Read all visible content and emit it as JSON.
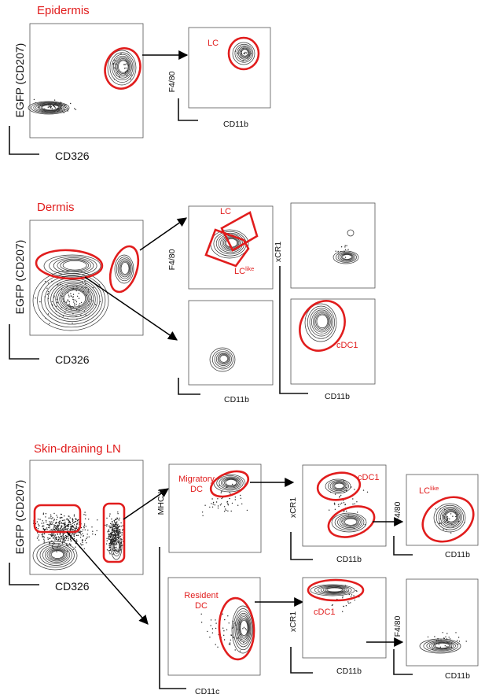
{
  "sections": [
    {
      "id": "epidermis",
      "title": "Epidermis"
    },
    {
      "id": "dermis",
      "title": "Dermis"
    },
    {
      "id": "ln",
      "title": "Skin-draining LN"
    }
  ],
  "axes": {
    "egfp": "EGFP (CD207)",
    "cd326": "CD326",
    "f480": "F4/80",
    "cd11b": "CD11b",
    "xcr1": "xCR1",
    "mhcii": "MHC II",
    "cd11c": "CD11c"
  },
  "gates": {
    "lc": "LC",
    "lclike_base": "LC",
    "lclike_sup": "like",
    "cdc1": "cDC1",
    "migratory_1": "Migratory",
    "migratory_2": "DC",
    "resident_1": "Resident",
    "resident_2": "DC"
  },
  "colors": {
    "gate": "#e11d1d",
    "contour": "#333333",
    "arrow": "#000000"
  }
}
